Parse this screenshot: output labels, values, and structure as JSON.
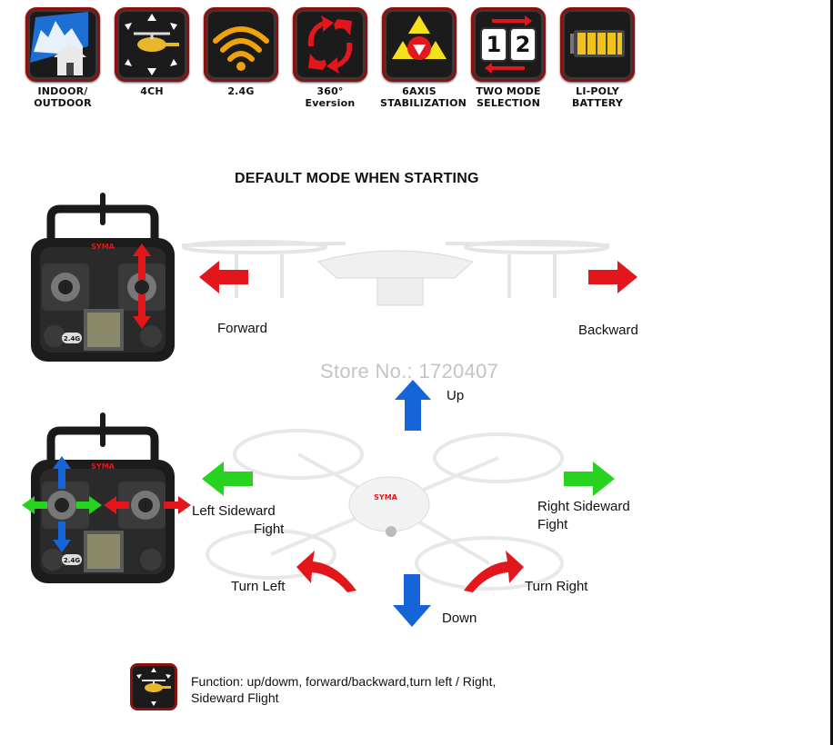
{
  "features": [
    {
      "label": "INDOOR/\nOUTDOOR",
      "icon": "house-mountain-icon"
    },
    {
      "label": "4CH",
      "icon": "helicopter-icon"
    },
    {
      "label": "2.4G",
      "icon": "wifi-signal-icon"
    },
    {
      "label": "360°\nEversion",
      "icon": "rotation-arrows-icon"
    },
    {
      "label": "6AXIS\nSTABILIZATION",
      "icon": "triangle-axis-icon"
    },
    {
      "label": "TWO MODE\nSELECTION",
      "icon": "mode-switch-icon"
    },
    {
      "label": "LI-POLY\nBATTERY",
      "icon": "battery-icon"
    }
  ],
  "heading": "DEFAULT MODE WHEN STARTING",
  "controller": {
    "brand": "SYMA",
    "freq_badge": "2.4G"
  },
  "labels": {
    "forward": "Forward",
    "backward": "Backward",
    "up": "Up",
    "down": "Down",
    "left_sideward_1": "Left Sideward",
    "left_sideward_2": "Fight",
    "right_sideward_1": "Right Sideward",
    "right_sideward_2": "Fight",
    "turn_left": "Turn Left",
    "turn_right": "Turn Right"
  },
  "watermark": "Store No.: 1720407",
  "footer": {
    "icon": "helicopter-icon",
    "line1": "Function: up/dowm, forward/backward,turn left / Right,",
    "line2": "Sideward Flight"
  },
  "colors": {
    "red": "#e3171b",
    "blue": "#1565d8",
    "green": "#27d31f",
    "badge_border": "#8b1010"
  }
}
